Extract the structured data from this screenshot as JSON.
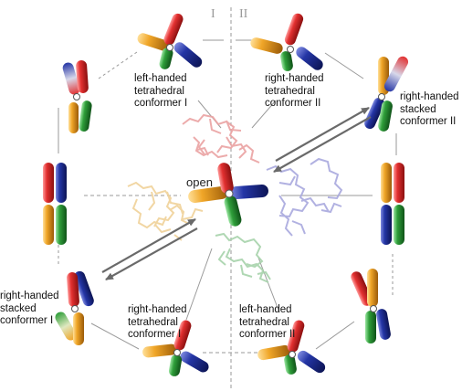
{
  "region_labels": {
    "left": "I",
    "right": "II"
  },
  "center_label": "open",
  "conformers": {
    "lh_tetra_1": "left-handed\ntetrahedral\nconformer I",
    "rh_tetra_2": "right-handed\ntetrahedral\nconformer II",
    "rh_stacked_2": "right-handed\nstacked\nconformer II",
    "rh_stacked_1": "right-handed\nstacked\nconformer I",
    "rh_tetra_1": "right-handed\ntetrahedral\nconformer I",
    "lh_tetra_2": "left-handed\ntetrahedral\nconformer II"
  },
  "colors": {
    "red": "#d62a2a",
    "blue": "#22319a",
    "green": "#2f9a3a",
    "yellow": "#eea629",
    "mol_red": "#eba3a3",
    "mol_blue": "#a9a9de",
    "mol_green": "#a7d3ab",
    "mol_yellow": "#f0d29a"
  }
}
